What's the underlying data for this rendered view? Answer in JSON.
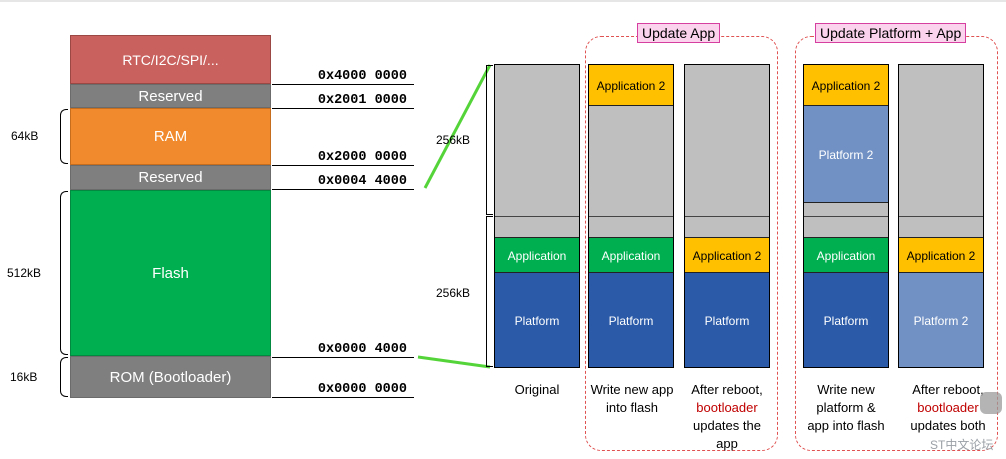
{
  "memory_map": {
    "regions": {
      "rtc": "RTC/I2C/SPI/...",
      "reserved_top": "Reserved",
      "ram": "RAM",
      "reserved_mid": "Reserved",
      "flash": "Flash",
      "rom": "ROM (Bootloader)"
    },
    "addresses": [
      "0x4000 0000",
      "0x2001 0000",
      "0x2000 0000",
      "0x0004 4000",
      "0x0000 4000",
      "0x0000 0000"
    ],
    "sizes": {
      "ram": "64kB",
      "flash": "512kB",
      "rom": "16kB"
    }
  },
  "flash_layout": {
    "size_upper": "256kB",
    "size_lower": "256kB",
    "groups": {
      "update_app": "Update App",
      "update_platform_app": "Update Platform + App"
    },
    "labels": {
      "application": "Application",
      "application_2": "Application 2",
      "platform": "Platform",
      "platform_2": "Platform 2"
    },
    "captions": {
      "original": "Original",
      "write_app_1": "Write new app",
      "write_app_2": "into flash",
      "reboot_app_1": "After reboot,",
      "reboot_app_2": "bootloader",
      "reboot_app_3": "updates the",
      "reboot_app_4": "app",
      "write_plat_1": "Write new",
      "write_plat_2": "platform &",
      "write_plat_3": "app into flash",
      "reboot_both_1": "After reboot,",
      "reboot_both_2": "bootloader",
      "reboot_both_3": "updates both"
    }
  },
  "colors": {
    "rtc": "#c9625e",
    "reserved": "#7f7f7f",
    "ram": "#f08a2c",
    "flash": "#00b050",
    "application": "#00b050",
    "application_2": "#ffc000",
    "platform": "#2a5aa8",
    "platform_2": "#7191c4",
    "highlight_text": "#c00000",
    "group_border": "#e05252",
    "tag_fill": "#fbd3ec"
  },
  "watermark": "ST中文论坛"
}
